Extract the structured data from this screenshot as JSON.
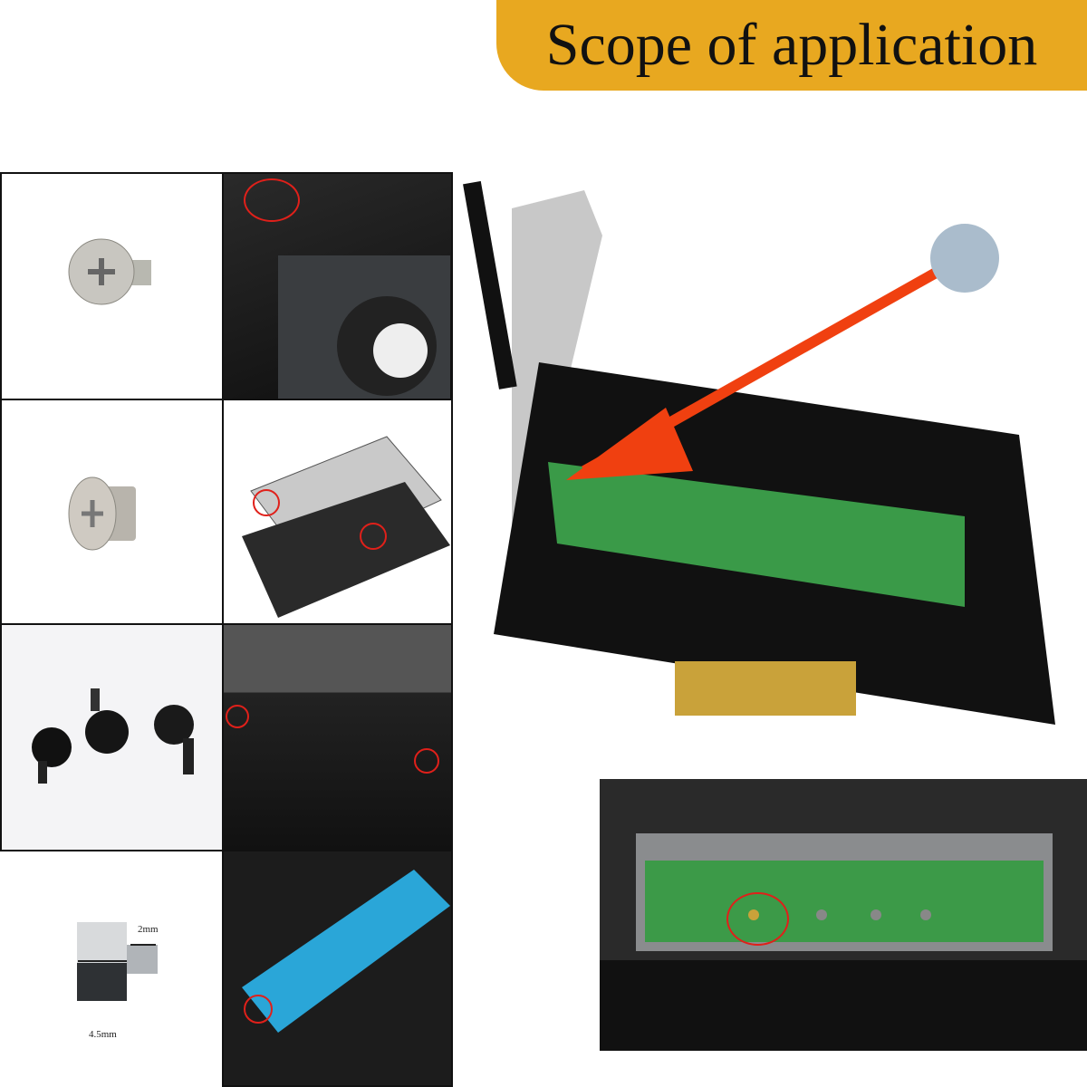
{
  "header": {
    "title": "Scope of application",
    "color": "#e8a820"
  },
  "standoff": {
    "thread_label": "2mm",
    "length_label": "4.5mm"
  },
  "colors": {
    "highlight_circle": "#e0201a",
    "pointer_arrow": "#f04010",
    "pcb_green": "#3a9a48"
  }
}
